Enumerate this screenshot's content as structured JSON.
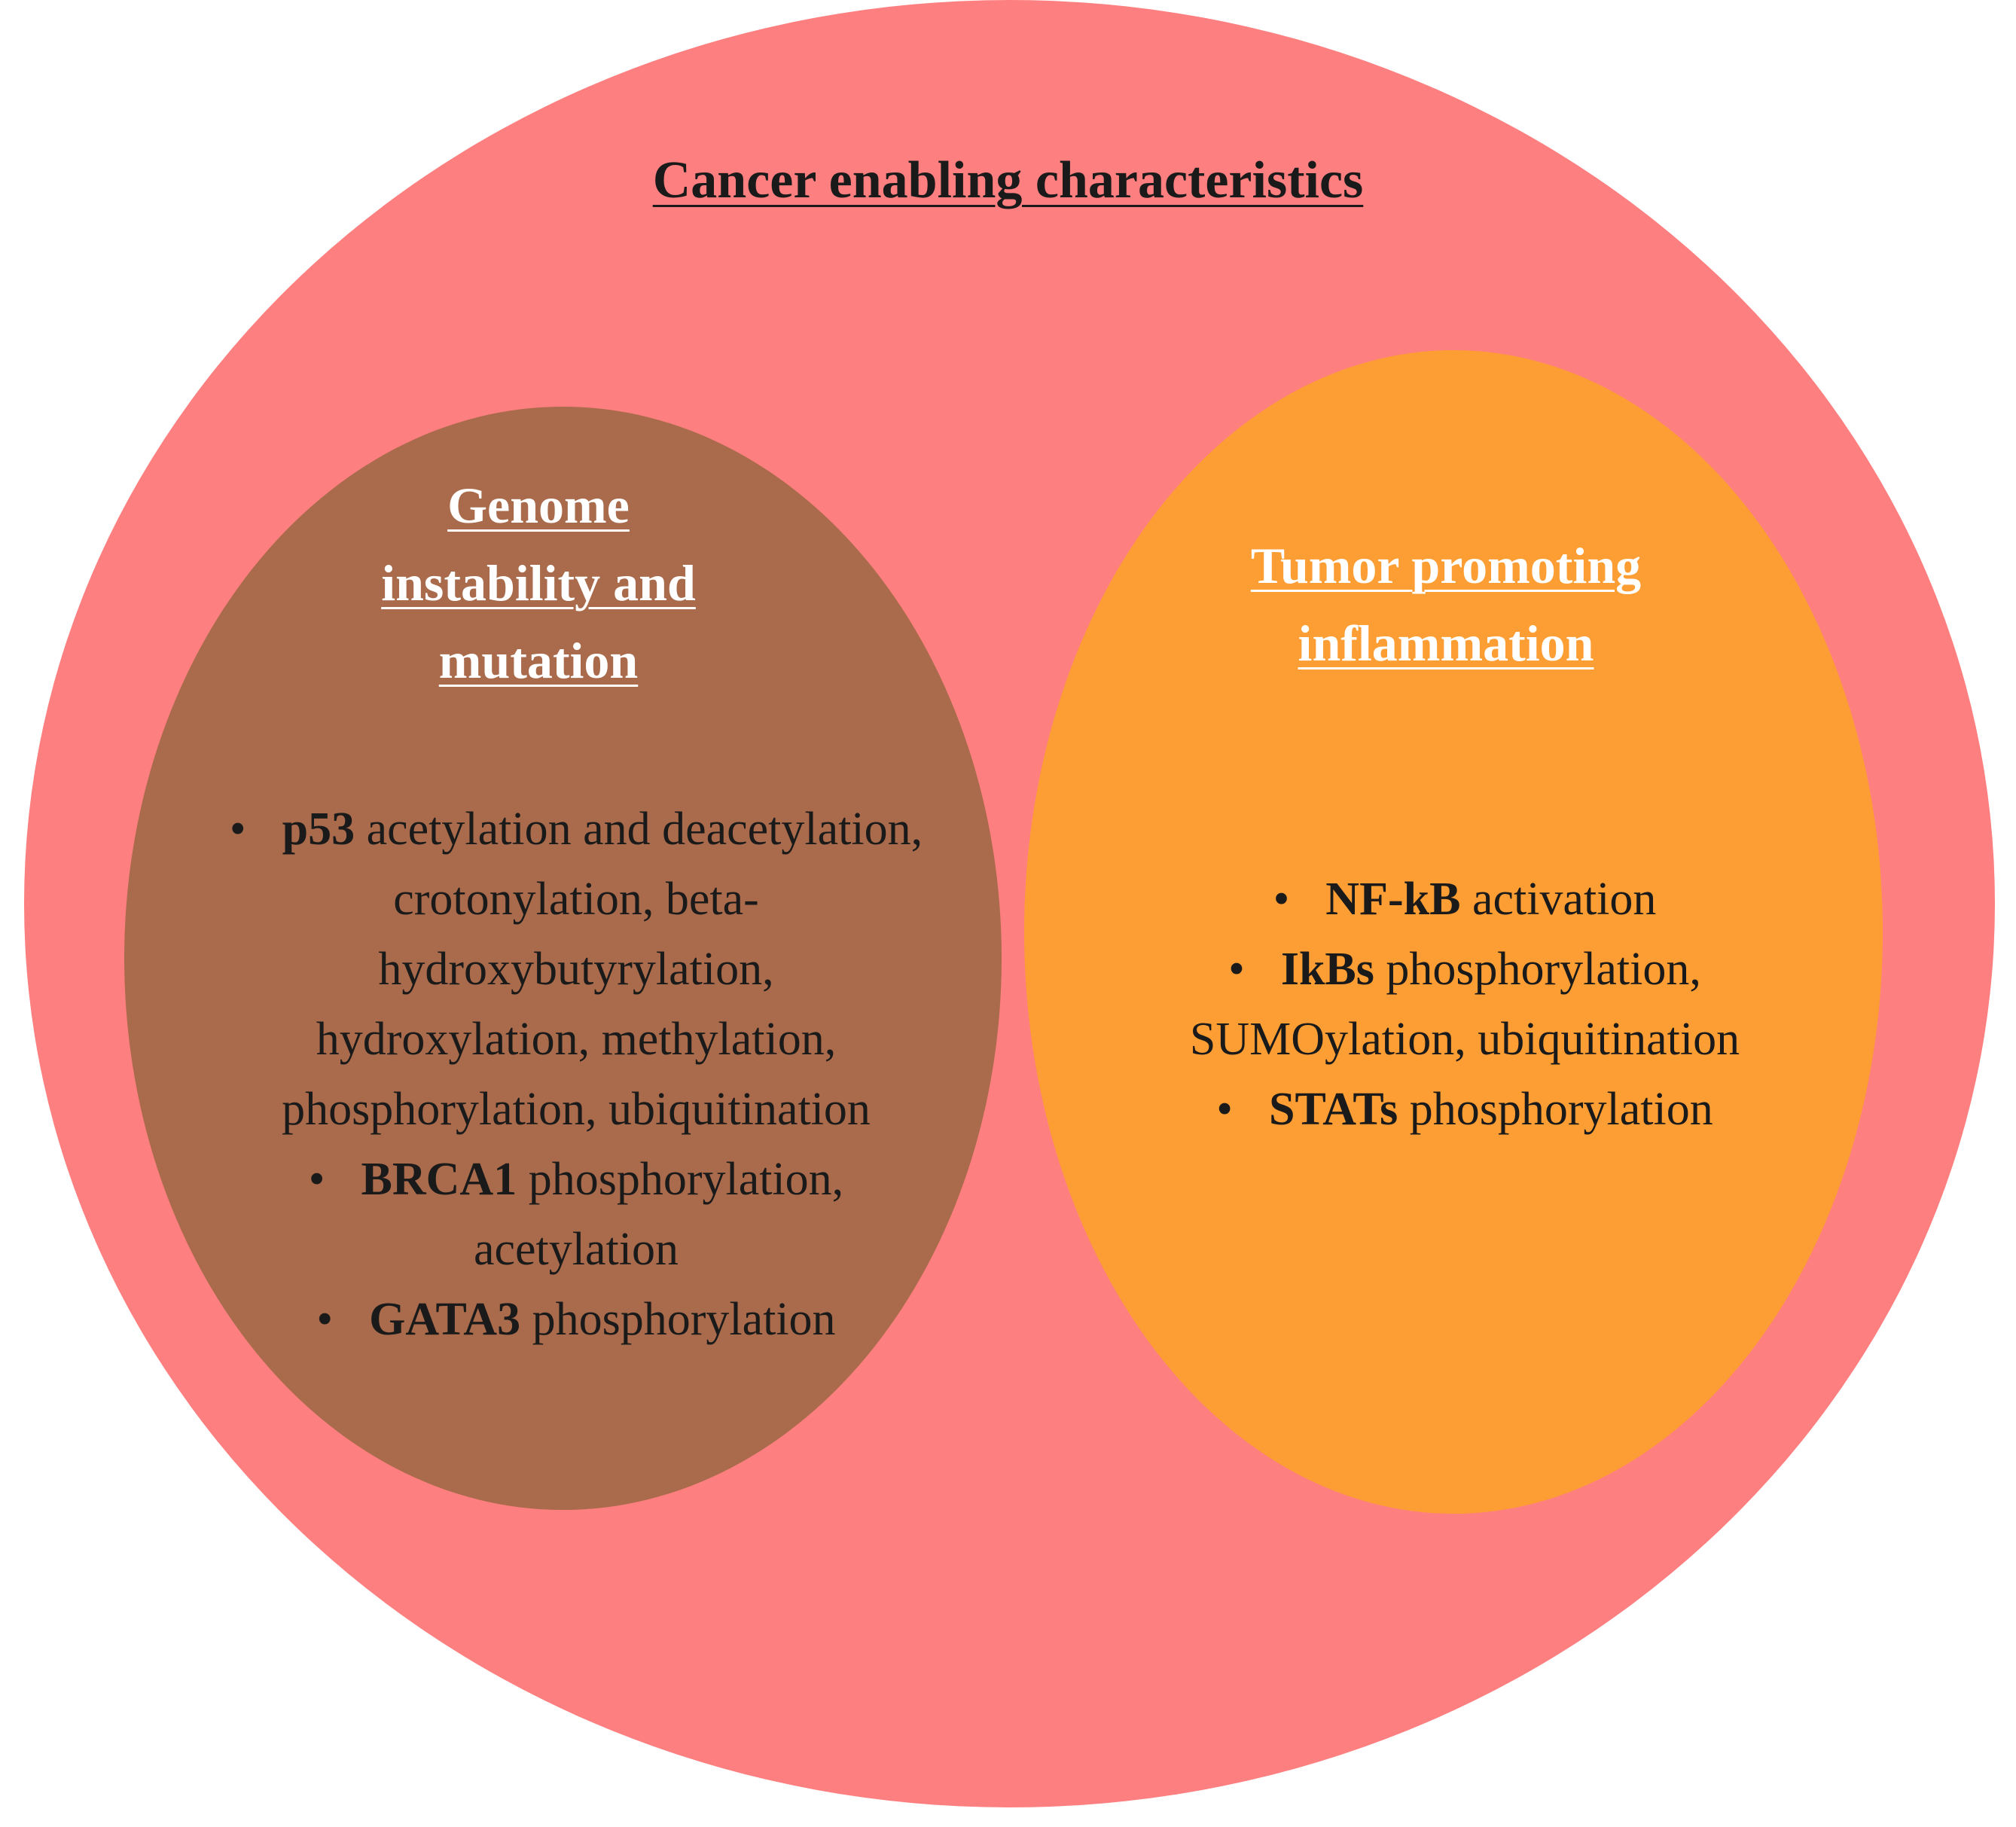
{
  "title": "Cancer enabling  characteristics",
  "left": {
    "title_lines": [
      "Genome",
      "instability  and",
      "mutation"
    ],
    "items": [
      {
        "key": "p53",
        "lines": [
          " acetylation and deacetylation,",
          "crotonylation, beta-",
          "hydroxybutyrylation,",
          "hydroxylation, methylation,",
          "phosphorylation, ubiquitination"
        ]
      },
      {
        "key": "BRCA1",
        "lines": [
          " phosphorylation,",
          "acetylation"
        ]
      },
      {
        "key": "GATA3",
        "lines": [
          " phosphorylation"
        ]
      }
    ]
  },
  "right": {
    "title_lines": [
      "Tumor promoting",
      "inflammation"
    ],
    "items": [
      {
        "key": "NF-kB",
        "lines": [
          " activation"
        ]
      },
      {
        "key": "IkBs",
        "lines": [
          " phosphorylation,",
          "SUMOylation, ubiquitination"
        ]
      },
      {
        "key": "STATs",
        "lines": [
          " phosphorylation"
        ]
      }
    ]
  },
  "bullet": "•",
  "colors": {
    "outer": "#fe7f7f",
    "left": "#a96b4b",
    "right": "#fd9e34"
  }
}
